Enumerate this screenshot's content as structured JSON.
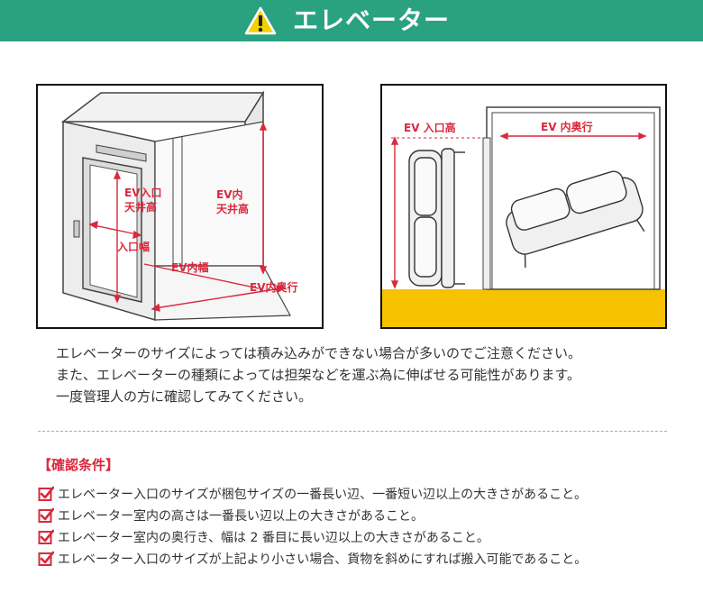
{
  "header": {
    "title": "エレベーター",
    "warning_icon": "warning-triangle-icon",
    "background": "#2aa282"
  },
  "diagram_left": {
    "labels": {
      "entrance_ceiling_1": "EV入口",
      "entrance_ceiling_2": "天井高",
      "inner_ceiling_1": "EV内",
      "inner_ceiling_2": "天井高",
      "entrance_width": "入口幅",
      "inner_width": "EV内幅",
      "inner_depth": "EV内奥行"
    }
  },
  "diagram_right": {
    "labels": {
      "entrance_height": "EV 入口高",
      "inner_depth": "EV 内奥行"
    },
    "floor_color": "#f7c200"
  },
  "notice": [
    "エレベーターのサイズによっては積み込みができない場合が多いのでご注意ください。",
    "また、エレベーターの種類によっては担架などを運ぶ為に伸ばせる可能性があります。",
    "一度管理人の方に確認してみてください。"
  ],
  "conditions": {
    "title": "【確認条件】",
    "items": [
      "エレベーター入口のサイズが梱包サイズの一番長い辺、一番短い辺以上の大きさがあること。",
      "エレベーター室内の高さは一番長い辺以上の大きさがあること。",
      "エレベーター室内の奥行き、幅は 2 番目に長い辺以上の大きさがあること。",
      "エレベーター入口のサイズが上記より小さい場合、貨物を斜めにすれば搬入可能であること。"
    ],
    "check_icon": "checkbox-checked-icon",
    "accent": "#d8293d"
  }
}
